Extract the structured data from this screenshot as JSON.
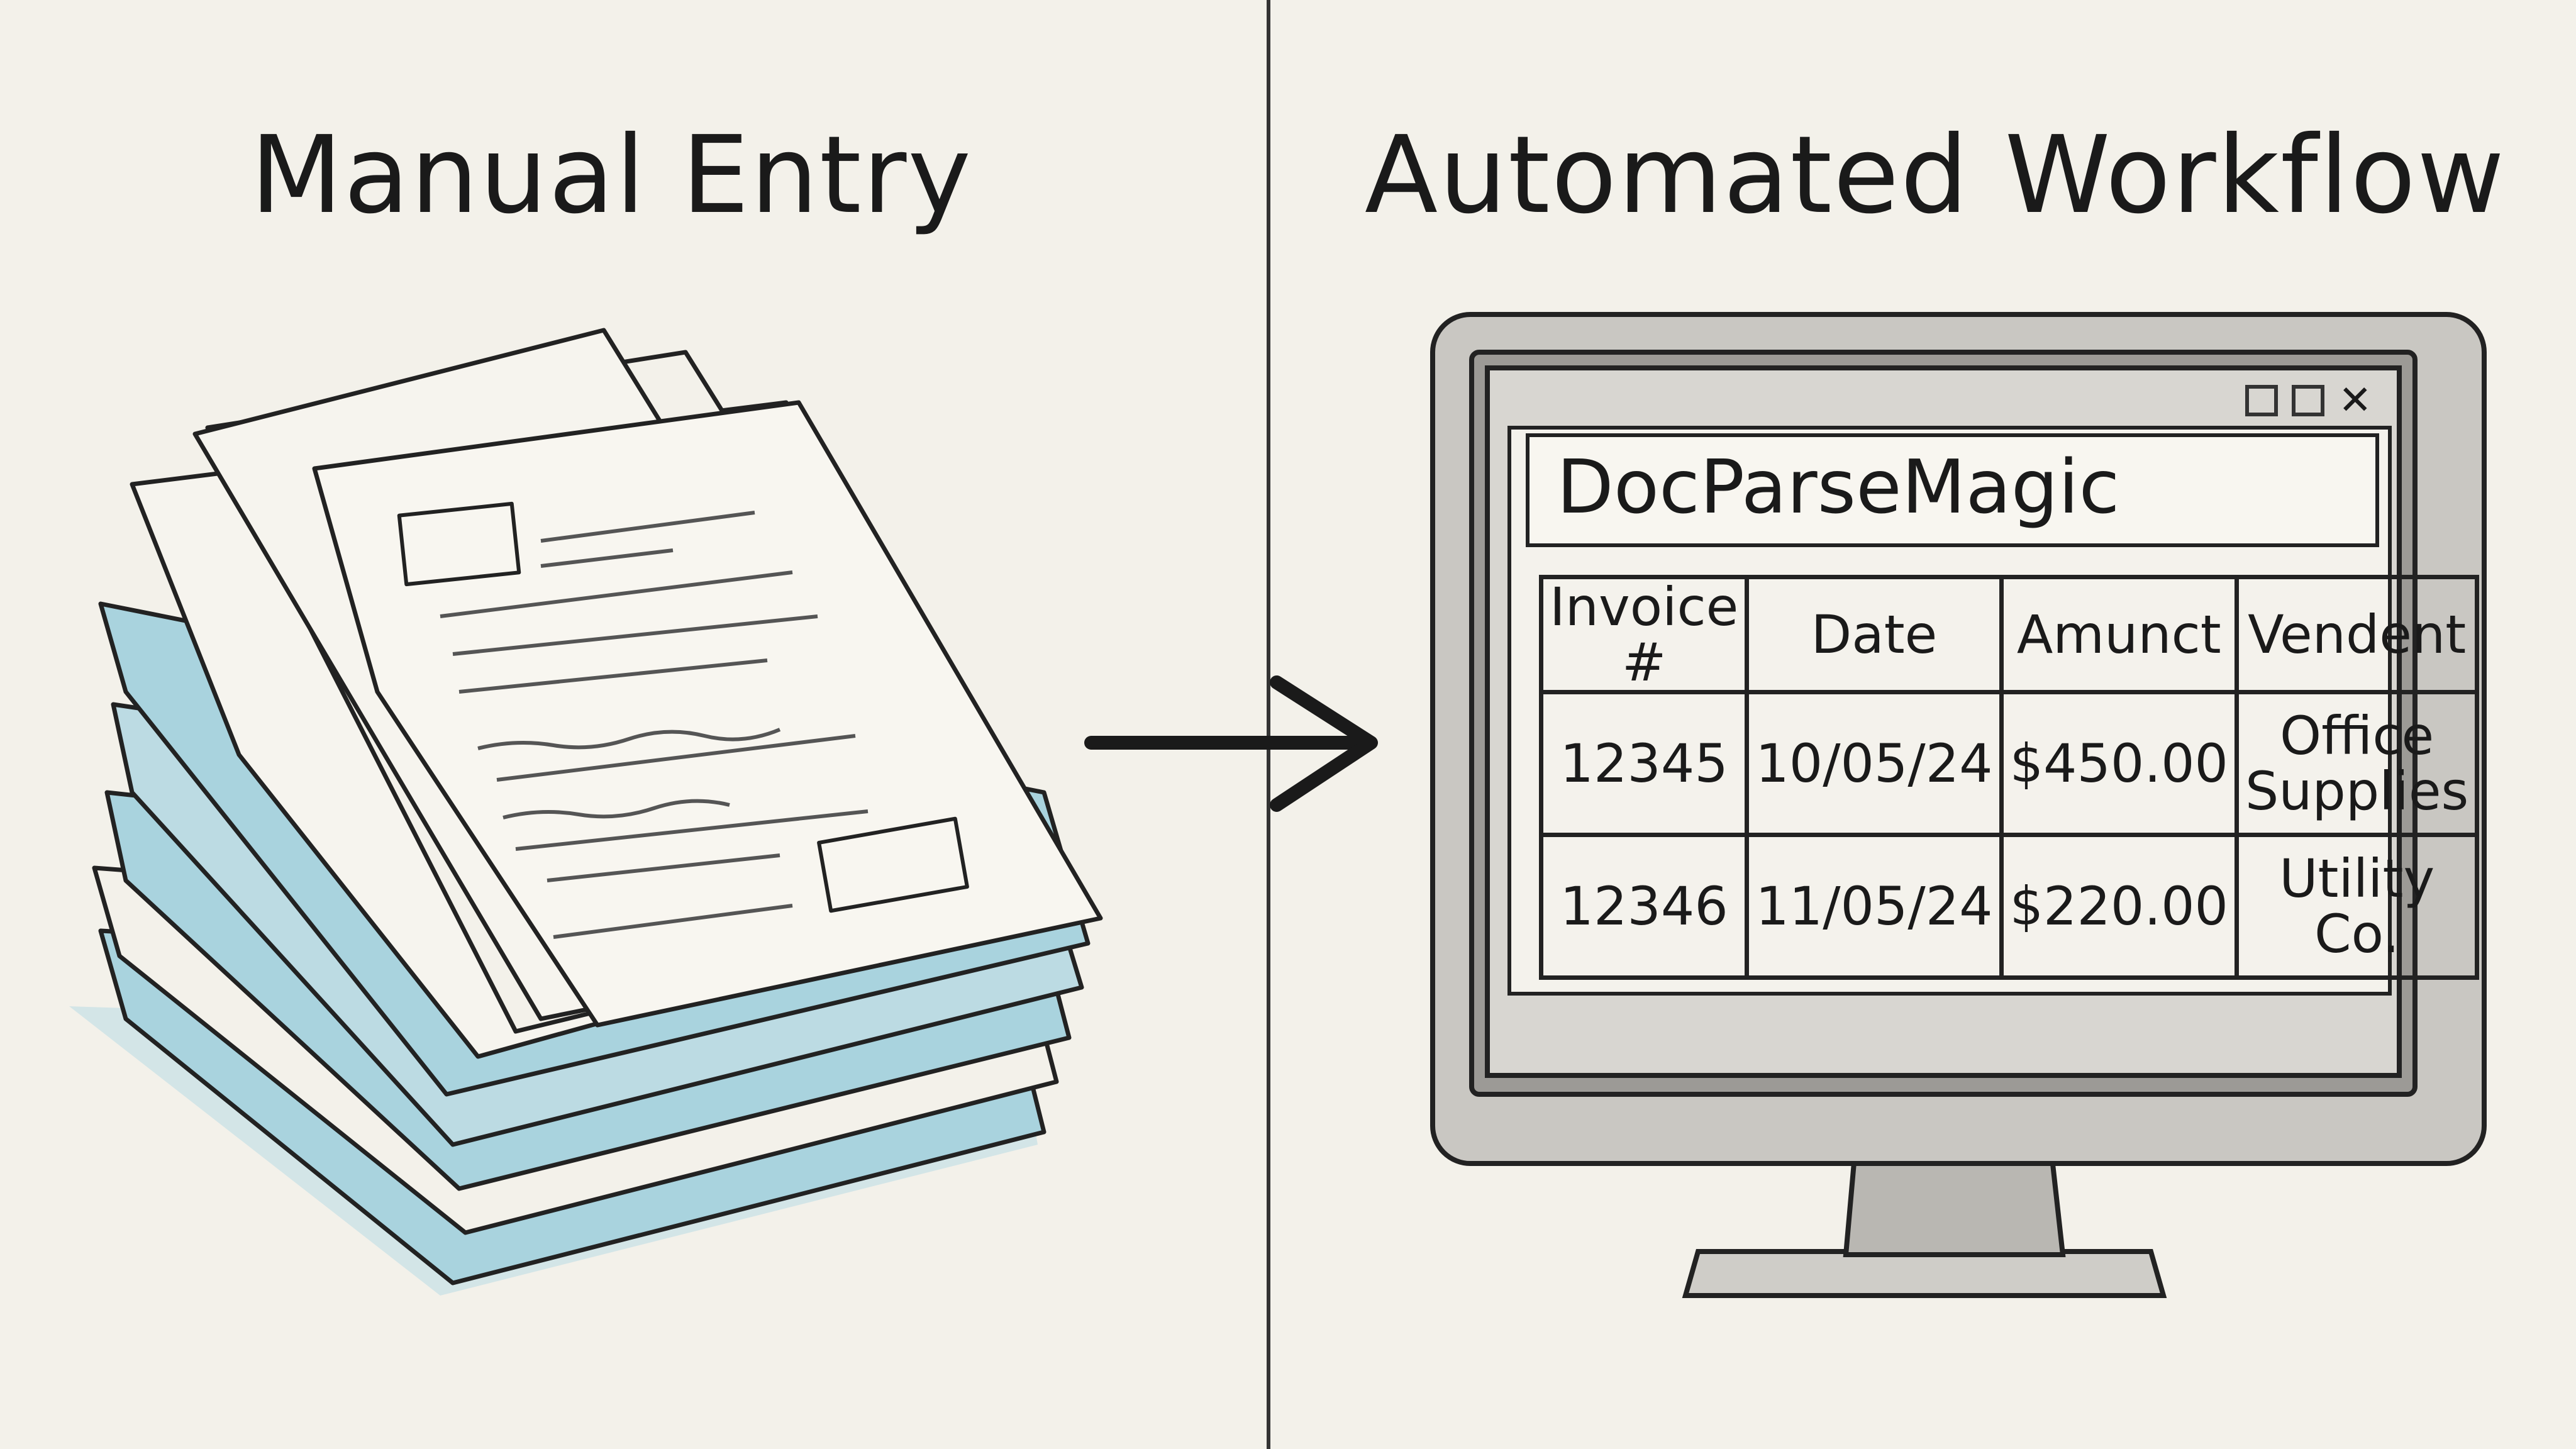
{
  "left_panel": {
    "heading": "Manual Entry"
  },
  "right_panel": {
    "heading": "Automated Workflow",
    "app": {
      "title": "DocParseMagic",
      "window_controls": [
        "minimize-icon",
        "maximize-icon",
        "close-icon"
      ],
      "table": {
        "columns": [
          "Invoice #",
          "Date",
          "Amunct",
          "Vendent"
        ],
        "rows": [
          [
            "12345",
            "10/05/24",
            "$450.00",
            "Office Supplies"
          ],
          [
            "12346",
            "11/05/24",
            "$220.00",
            "Utility Co."
          ]
        ]
      }
    }
  },
  "colors": {
    "background": "#f3f1ea",
    "paper_blue": "#a9d3de",
    "ink": "#1a1a1a",
    "monitor_gray": "#c9c7c2"
  }
}
